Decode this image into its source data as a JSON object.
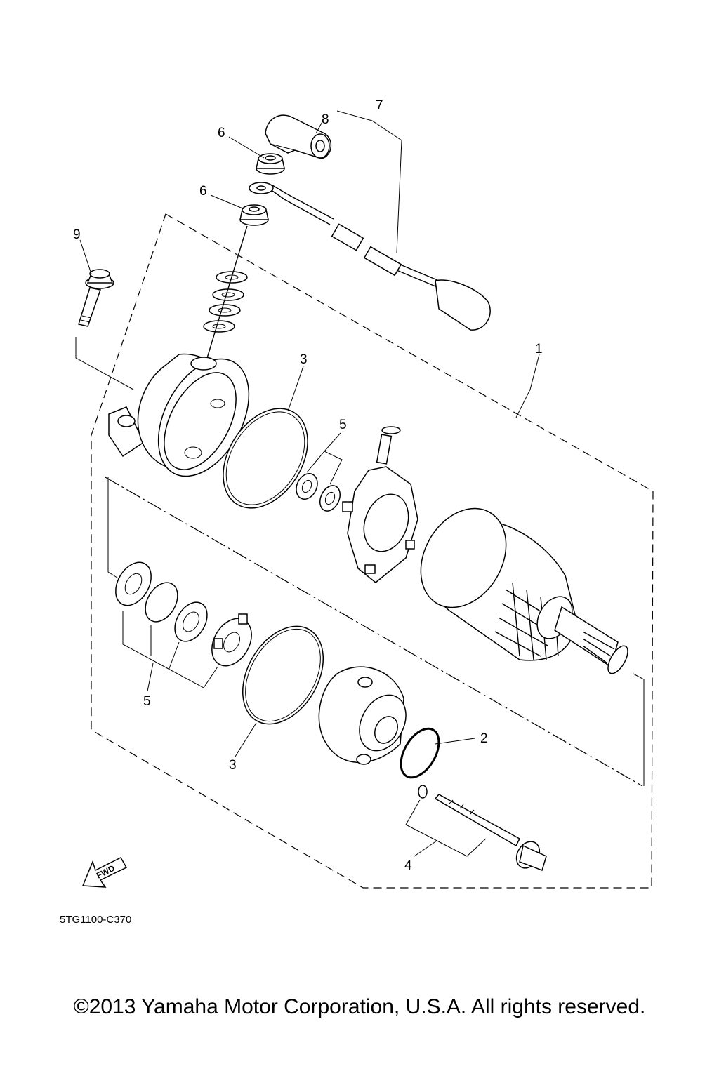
{
  "callouts": {
    "n1": "1",
    "n2": "2",
    "n3a": "3",
    "n3b": "3",
    "n4": "4",
    "n5a": "5",
    "n5b": "5",
    "n6a": "6",
    "n6b": "6",
    "n7": "7",
    "n8": "8",
    "n9": "9"
  },
  "fwd_label": "FWD",
  "diagram_code": "5TG1100-C370",
  "copyright": "©2013 Yamaha Motor Corporation, U.S.A. All rights reserved."
}
